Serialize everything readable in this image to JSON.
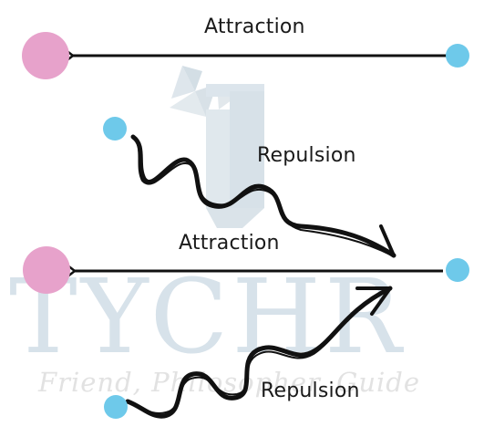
{
  "watermark": {
    "brand": "TYCHR",
    "tagline": "Friend, Philosopher, Guide"
  },
  "labels": {
    "attraction_top": "Attraction",
    "repulsion_top": "Repulsion",
    "attraction_bottom": "Attraction",
    "repulsion_bottom": "Repulsion"
  },
  "colors": {
    "large_particle": "#e7a2cb",
    "small_particle": "#6ec9ea",
    "arrow": "#111111",
    "watermark": "#d7e2ea"
  }
}
